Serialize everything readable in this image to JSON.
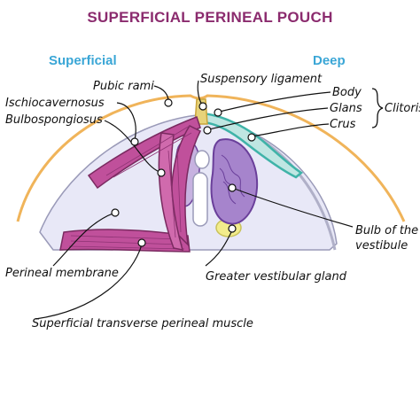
{
  "title": "SUPERFICIAL PERINEAL POUCH",
  "orientation": {
    "left": "Superficial",
    "right": "Deep"
  },
  "labels": {
    "pubic_rami": "Pubic rami",
    "ischiocavernosus": "Ischiocavernosus",
    "bulbospongiosus": "Bulbospongiosus",
    "perineal_membrane": "Perineal membrane",
    "superficial_transverse": "Superficial transverse perineal muscle",
    "suspensory_ligament": "Suspensory ligament",
    "body": "Body",
    "glans": "Glans",
    "crus": "Crus",
    "clitoris": "Clitoris",
    "bulb_line1": "Bulb of the",
    "bulb_line2": "vestibule",
    "greater_vestibular_gland": "Greater vestibular gland"
  },
  "colors": {
    "title": "#8b2b6e",
    "orientation": "#3aa6d6",
    "bone_outline": "#f0b45a",
    "membrane_fill": "#e8e8f7",
    "muscle": "#c0509b",
    "bulb": "#8d5bb8",
    "clitoris_band": "#3fb3a8",
    "gland": "#f2ec8c"
  }
}
